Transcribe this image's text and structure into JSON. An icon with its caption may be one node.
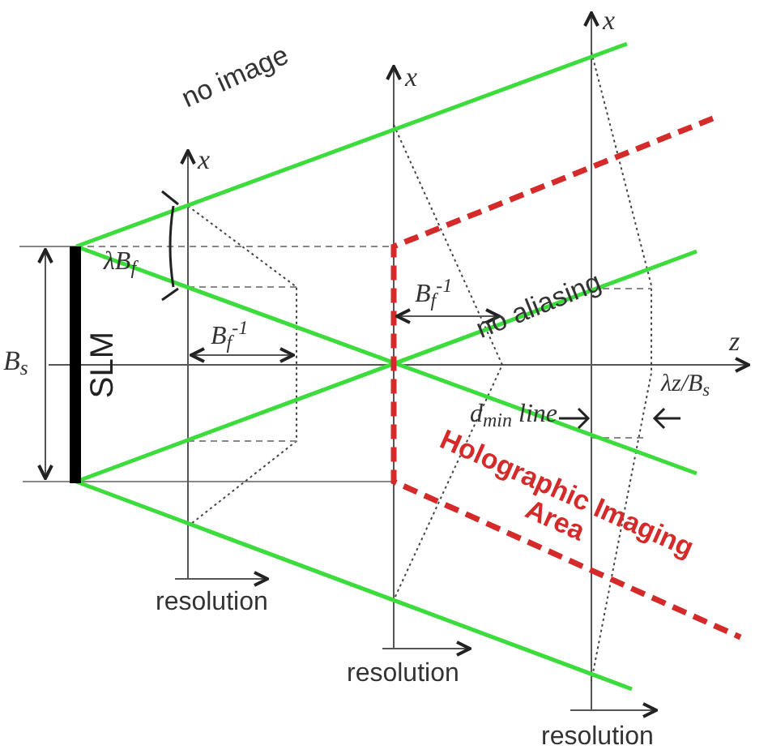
{
  "diagram": {
    "nodes": [
      {
        "text": [
          "SLM"
        ]
      }
    ],
    "labels": [
      "no image",
      "x",
      "x",
      "x",
      "λB$_{f}$",
      "B$_{s}$",
      "B$_{f}$$^{-1}$",
      "B$_{f}$$^{-1}$",
      "z",
      "no aliasing",
      "λz/B$_{s}$",
      "d$_{min}$ line",
      "Holographic Imaging Area",
      "resolution",
      "resolution",
      "resolution"
    ]
  }
}
